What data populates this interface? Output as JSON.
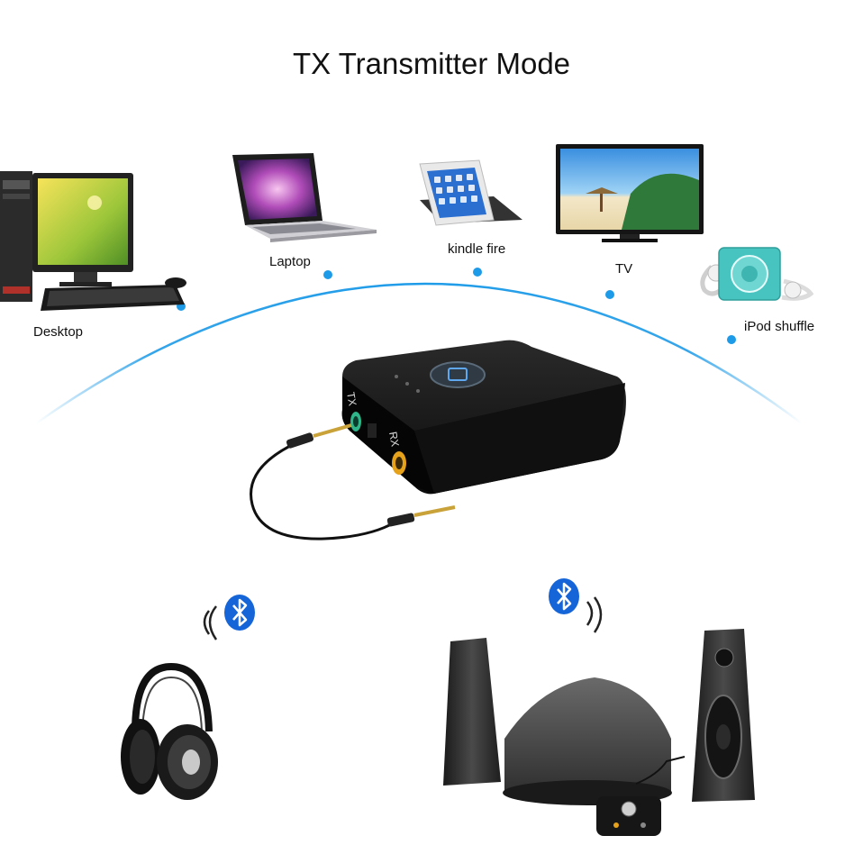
{
  "title": "TX Transmitter Mode",
  "devices": [
    {
      "label": "Desktop",
      "icon": "desktop-computer-icon"
    },
    {
      "label": "Laptop",
      "icon": "laptop-icon"
    },
    {
      "label": "kindle fire",
      "icon": "tablet-icon"
    },
    {
      "label": "TV",
      "icon": "tv-icon"
    },
    {
      "label": "iPod shuffle",
      "icon": "ipod-shuffle-icon"
    }
  ],
  "transmitter": {
    "port_tx_label": "TX",
    "port_rx_label": "RX"
  },
  "receivers": [
    {
      "icon": "headphones-icon"
    },
    {
      "icon": "speaker-system-icon"
    }
  ],
  "bluetooth_icon": "bluetooth-icon",
  "colors": {
    "arc": "#1e9be8",
    "bluetooth": "#1565d8",
    "device_body": "#111111",
    "jack_tx": "#2fb58a",
    "jack_rx": "#e6a21a"
  }
}
